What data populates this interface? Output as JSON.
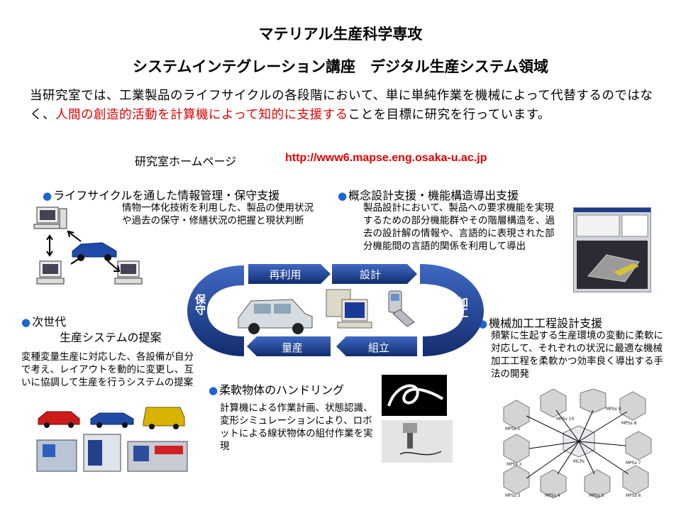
{
  "header": {
    "title_line1": "マテリアル生産科学専攻",
    "title_line2": "システムインテグレーション講座　デジタル生産システム領域"
  },
  "intro": {
    "part1": "当研究室では、工業製品のライフサイクルの各段階において、単に単純作業を機械によって代替するのではなく、",
    "highlight": "人間の創造的活動を計算機によって知的に支援する",
    "part2": "ことを目標に研究を行っています。"
  },
  "homepage": {
    "label": "研究室ホームページ",
    "url": "http://www6.mapse.eng.osaka-u.ac.jp"
  },
  "sections": {
    "lifecycle": {
      "title": "ライフサイクルを通した情報管理・保守支援",
      "body": "情物一体化技術を利用した、製品の使用状況や過去の保守・修繕状況の把握と現状判断"
    },
    "concept": {
      "title": "概念設計支援・機能構造導出支援",
      "body": "製品設計において、製品への要求機能を実現するための部分機能群やその階層構造を、過去の設計解の情報や、言語的に表現された部分機能間の言語的関係を利用して導出"
    },
    "nextgen": {
      "title_line1": "次世代",
      "title_line2": "生産システムの提案",
      "body": "変種変量生産に対応した、各設備が自分で考え、レイアウトを動的に変更し、互いに協調して生産を行うシステムの提案"
    },
    "machining": {
      "title": "機械加工工程設計支援",
      "body": "頻繁に生起する生産環境の変動に柔軟に対応して、それぞれの状況に最適な機械加工工程を柔軟かつ効率良く導出する手法の開発"
    },
    "flexible": {
      "title": "柔軟物体のハンドリング",
      "body": "計算機による作業計画、状態認識、変形シミュレーションにより、ロボットによる線状物体の組付作業を実現"
    }
  },
  "cycle": {
    "top_left": "再利用",
    "top_right": "設計",
    "right": "加工",
    "bottom_right": "組立",
    "bottom_left": "量産",
    "left": "保守",
    "arrow_color": "#1e3f8a"
  },
  "mp_figure": {
    "labels": [
      "MPSs 1",
      "MPSs 10",
      "MPSs 9",
      "MPSs 8",
      "MPSs 2",
      "MCPs",
      "MPSs 7",
      "MPSs 3",
      "MPSs 4",
      "MPSs 5",
      "MPSs 6"
    ]
  },
  "colors": {
    "accent_red": "#e00000",
    "bullet_blue": "#1e64d2",
    "cycle_blue": "#1e3f8a"
  }
}
